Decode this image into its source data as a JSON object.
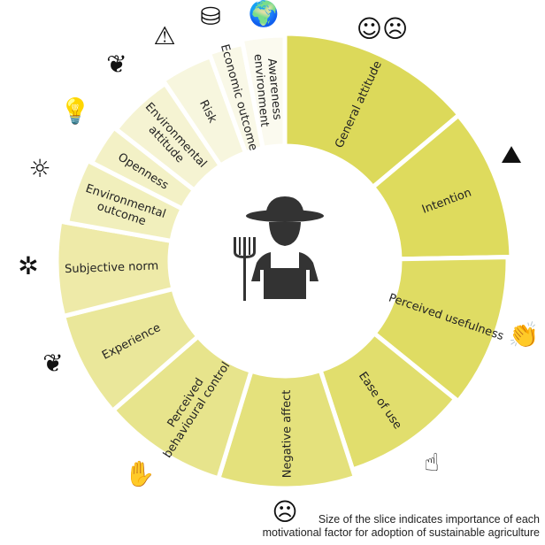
{
  "diagram": {
    "center_icon": "farmer-with-pitchfork-icon",
    "slices": [
      {
        "label": [
          "General attitude"
        ],
        "span_deg": 50,
        "color": "#dcd95a",
        "icon": "happy-sad-faces-icon"
      },
      {
        "label": [
          "Intention"
        ],
        "span_deg": 39,
        "color": "#dedb5d",
        "icon": "climber-icon"
      },
      {
        "label": [
          "Perceived usefulness"
        ],
        "span_deg": 40,
        "color": "#dfdc63",
        "icon": "clapping-hands-icon"
      },
      {
        "label": [
          "Ease of use"
        ],
        "span_deg": 33,
        "color": "#e1de6d",
        "icon": "pointing-hand-icon"
      },
      {
        "label": [
          "Negative affect"
        ],
        "span_deg": 35,
        "color": "#e4e17c",
        "icon": "worried-face-icon"
      },
      {
        "label": [
          "Perceived",
          "behavioural control"
        ],
        "span_deg": 32,
        "color": "#e7e48c",
        "icon": "raised-hand-icon"
      },
      {
        "label": [
          "Experience"
        ],
        "span_deg": 27,
        "color": "#eae79a",
        "icon": "hand-with-plant-icon"
      },
      {
        "label": [
          "Subjective norm"
        ],
        "span_deg": 24,
        "color": "#eeeaa8",
        "icon": "network-icon"
      },
      {
        "label": [
          "Environmental",
          "outcome"
        ],
        "span_deg": 17,
        "color": "#f1efbc",
        "icon": "field-icon"
      },
      {
        "label": [
          "Openness"
        ],
        "span_deg": 11,
        "color": "#f3f1c6",
        "icon": "lightbulb-icon"
      },
      {
        "label": [
          "Environmental",
          "attitude"
        ],
        "span_deg": 18,
        "color": "#f5f3d2",
        "icon": "sprout-icon"
      },
      {
        "label": [
          "Risk"
        ],
        "span_deg": 14,
        "color": "#f7f6de",
        "icon": "warning-icon"
      },
      {
        "label": [
          "Economic outcome"
        ],
        "span_deg": 9,
        "color": "#f9f8e7",
        "icon": "coins-icon"
      },
      {
        "label": [
          "Awareness",
          "environment"
        ],
        "span_deg": 11,
        "color": "#fbfaef",
        "icon": "globe-icon"
      }
    ]
  },
  "caption": {
    "line1": "Size of the slice indicates importance of each",
    "line2": "motivational factor for adoption of sustainable agriculture"
  }
}
